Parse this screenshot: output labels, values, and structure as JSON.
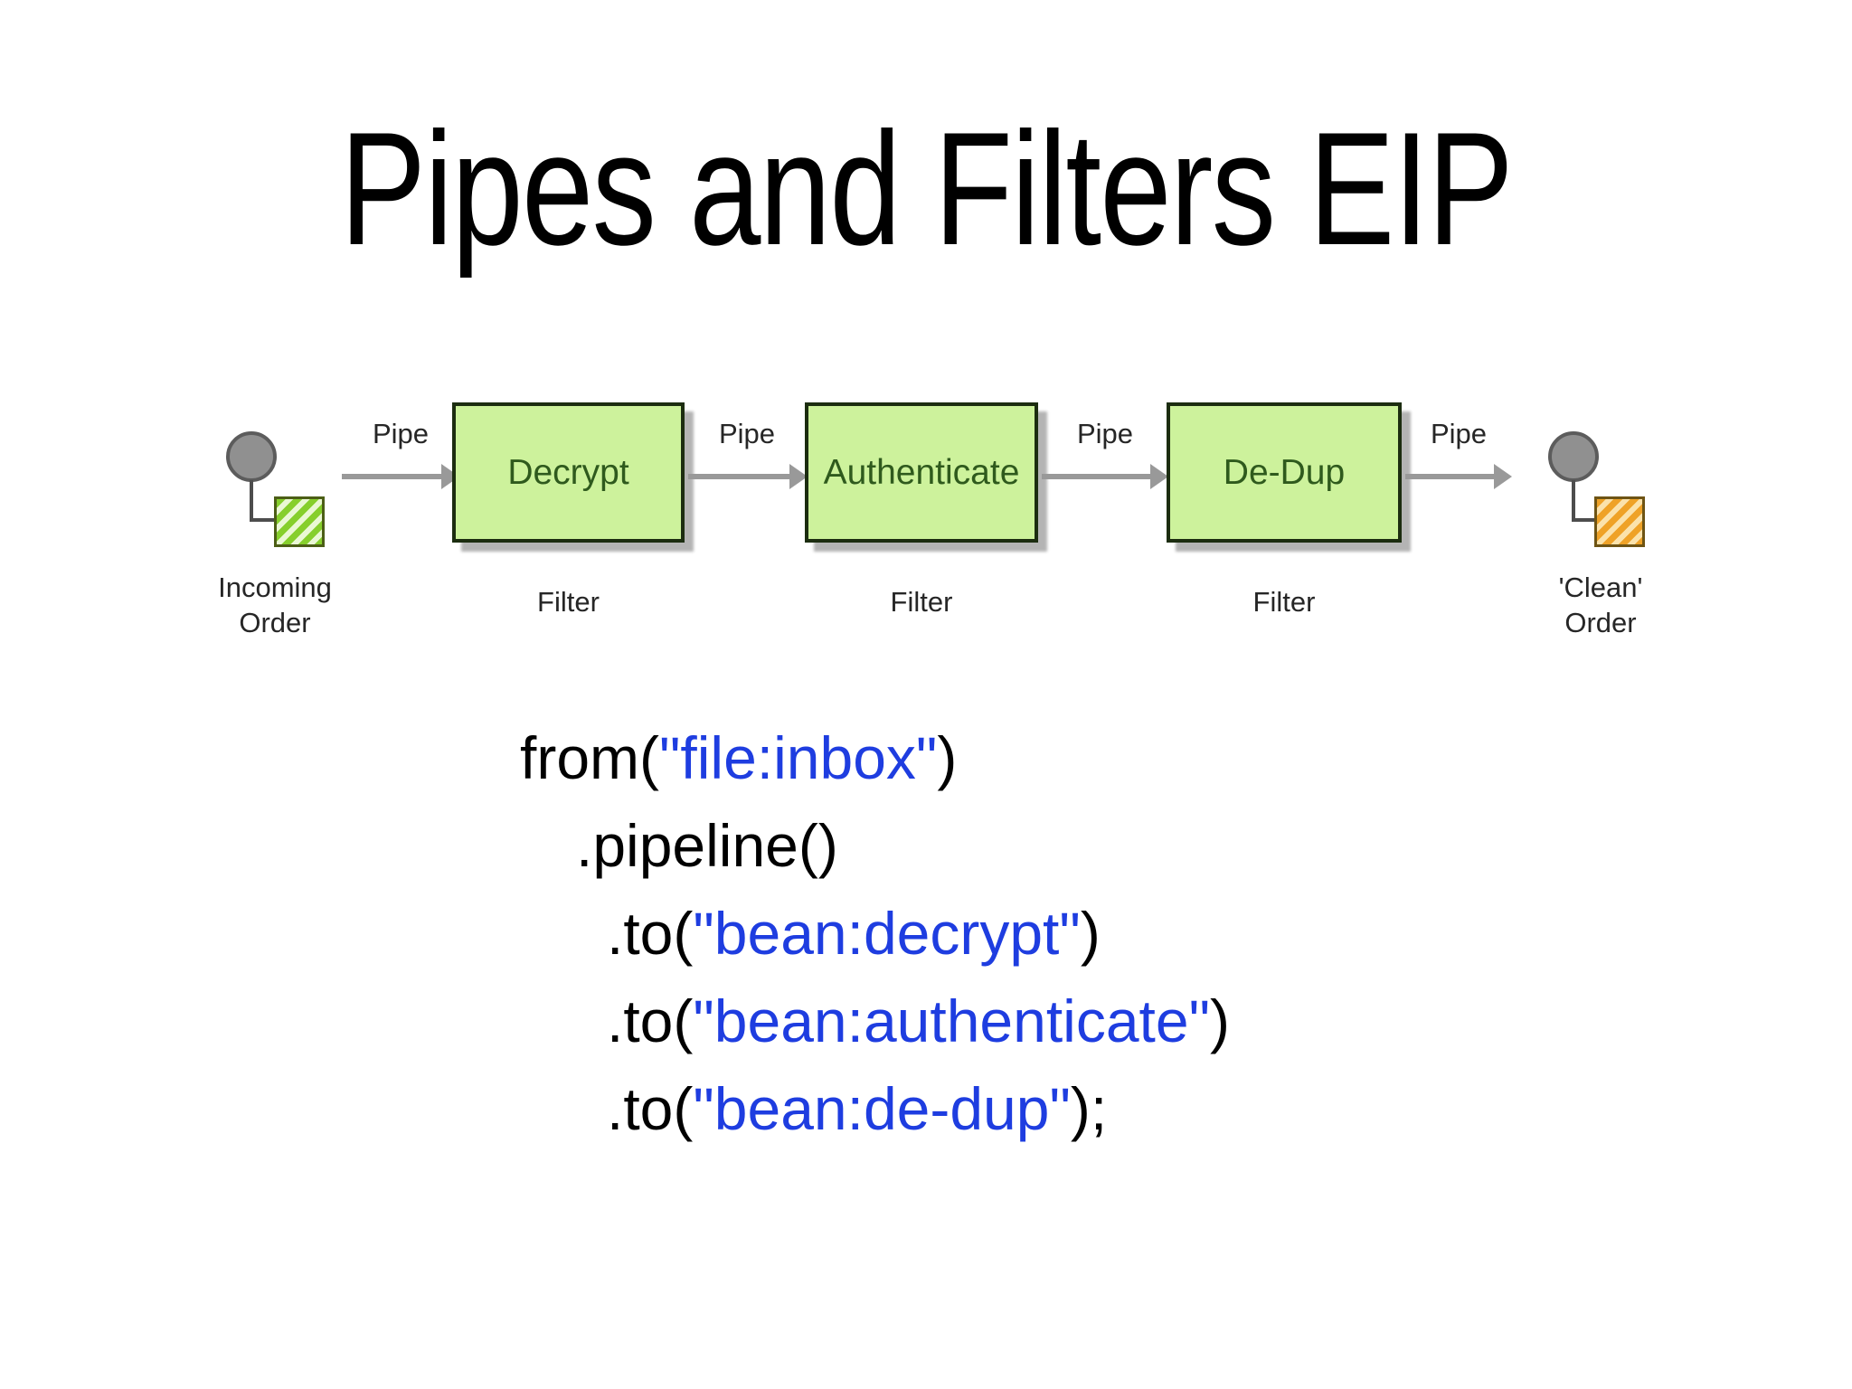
{
  "title": "Pipes and Filters EIP",
  "diagram": {
    "start": {
      "line1": "Incoming",
      "line2": "Order"
    },
    "end": {
      "line1": "'Clean'",
      "line2": "Order"
    },
    "pipes": [
      "Pipe",
      "Pipe",
      "Pipe",
      "Pipe"
    ],
    "filters": [
      {
        "name": "Decrypt",
        "caption": "Filter"
      },
      {
        "name": "Authenticate",
        "caption": "Filter"
      },
      {
        "name": "De-Dup",
        "caption": "Filter"
      }
    ]
  },
  "code": {
    "lines": [
      {
        "indent": 0,
        "segments": [
          {
            "type": "plain",
            "text": "from("
          },
          {
            "type": "string",
            "text": "\"file:inbox\""
          },
          {
            "type": "plain",
            "text": ")"
          }
        ]
      },
      {
        "indent": 1,
        "segments": [
          {
            "type": "plain",
            "text": ".pipeline()"
          }
        ]
      },
      {
        "indent": 2,
        "segments": [
          {
            "type": "plain",
            "text": ".to("
          },
          {
            "type": "string",
            "text": "\"bean:decrypt\""
          },
          {
            "type": "plain",
            "text": ")"
          }
        ]
      },
      {
        "indent": 2,
        "segments": [
          {
            "type": "plain",
            "text": ".to("
          },
          {
            "type": "string",
            "text": "\"bean:authenticate\""
          },
          {
            "type": "plain",
            "text": ")"
          }
        ]
      },
      {
        "indent": 2,
        "segments": [
          {
            "type": "plain",
            "text": ".to("
          },
          {
            "type": "string",
            "text": "\"bean:de-dup\""
          },
          {
            "type": "plain",
            "text": ");"
          }
        ]
      }
    ]
  },
  "colors": {
    "background": "#ffffff",
    "title_text": "#000000",
    "code_text": "#000000",
    "code_string": "#1e3de0",
    "box_fill": "#cdf29c",
    "box_border": "#1c2d10",
    "box_text": "#2f5a1d",
    "box_shadow": "#b4b4b4",
    "arrow": "#999999",
    "label_text": "#262626",
    "endpoint_fill": "#909090",
    "endpoint_border": "#5c5c5c",
    "connector": "#4d4d4d",
    "green_square_stripe": "#86cf2c",
    "green_square_bg": "#eaf8d4",
    "green_square_border": "#4c5e16",
    "orange_square_stripe": "#efa227",
    "orange_square_bg": "#fbe2ab",
    "orange_square_border": "#6e5414"
  }
}
